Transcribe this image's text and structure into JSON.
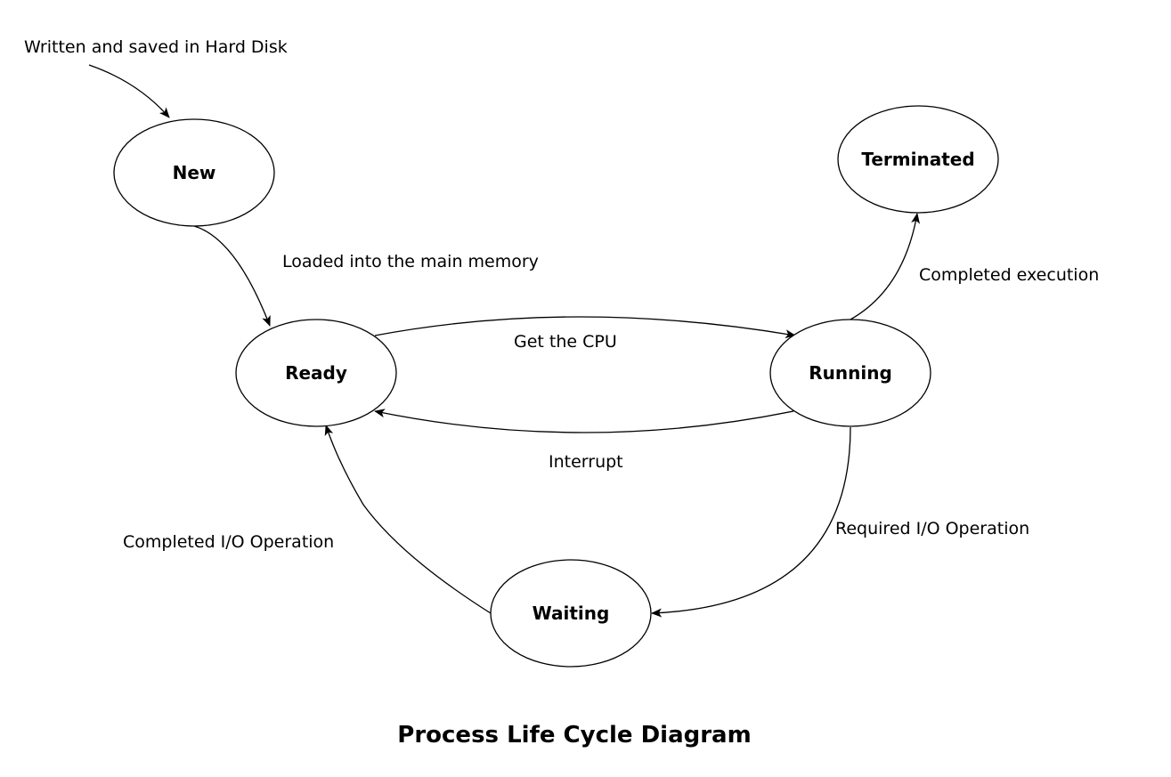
{
  "states": {
    "new": "New",
    "ready": "Ready",
    "running": "Running",
    "waiting": "Waiting",
    "terminated": "Terminated"
  },
  "transitions": {
    "entry": "Written and saved in Hard Disk",
    "new_to_ready": "Loaded into the main memory",
    "ready_to_running": "Get the CPU",
    "running_to_ready": "Interrupt",
    "running_to_terminated": "Completed execution",
    "running_to_waiting": "Required I/O Operation",
    "waiting_to_ready": "Completed I/O Operation"
  },
  "title": "Process Life Cycle Diagram"
}
